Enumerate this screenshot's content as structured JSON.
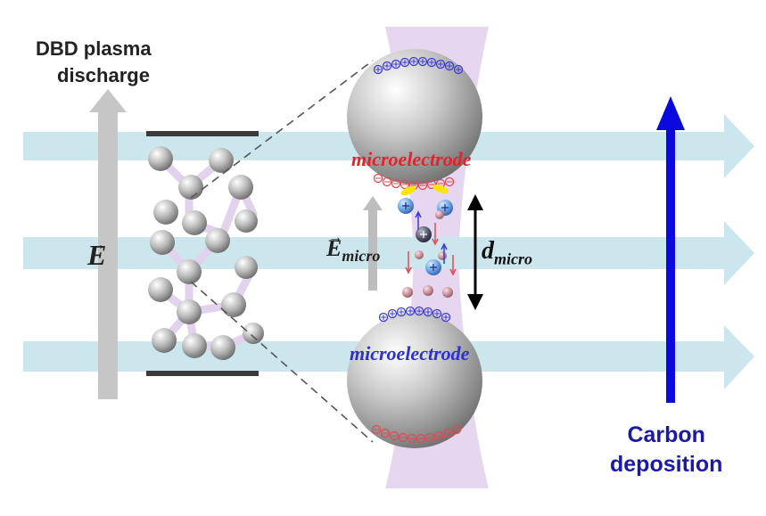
{
  "labels": {
    "plasma_line1": "DBD plasma",
    "plasma_line2": "discharge",
    "field": "E",
    "field_micro": "E",
    "field_micro_sub": "micro",
    "gap": "d",
    "gap_sub": "micro",
    "microelectrode_top": "microelectrode",
    "microelectrode_bottom": "microelectrode",
    "carbon_line1": "Carbon",
    "carbon_line2": "deposition"
  },
  "colors": {
    "flow_arrow": "#cce6ee",
    "field_arrow": "#c8c8c8",
    "plasma": "#e6d6f0",
    "microelectrode_top_label": "#e8202a",
    "microelectrode_bottom_label": "#2a2fd6",
    "carbon_arrow": "#0a0ae0",
    "positive_charge": "#3a3ad8",
    "negative_charge": "#e04a55",
    "carbon_deposit": "#ffe400"
  }
}
